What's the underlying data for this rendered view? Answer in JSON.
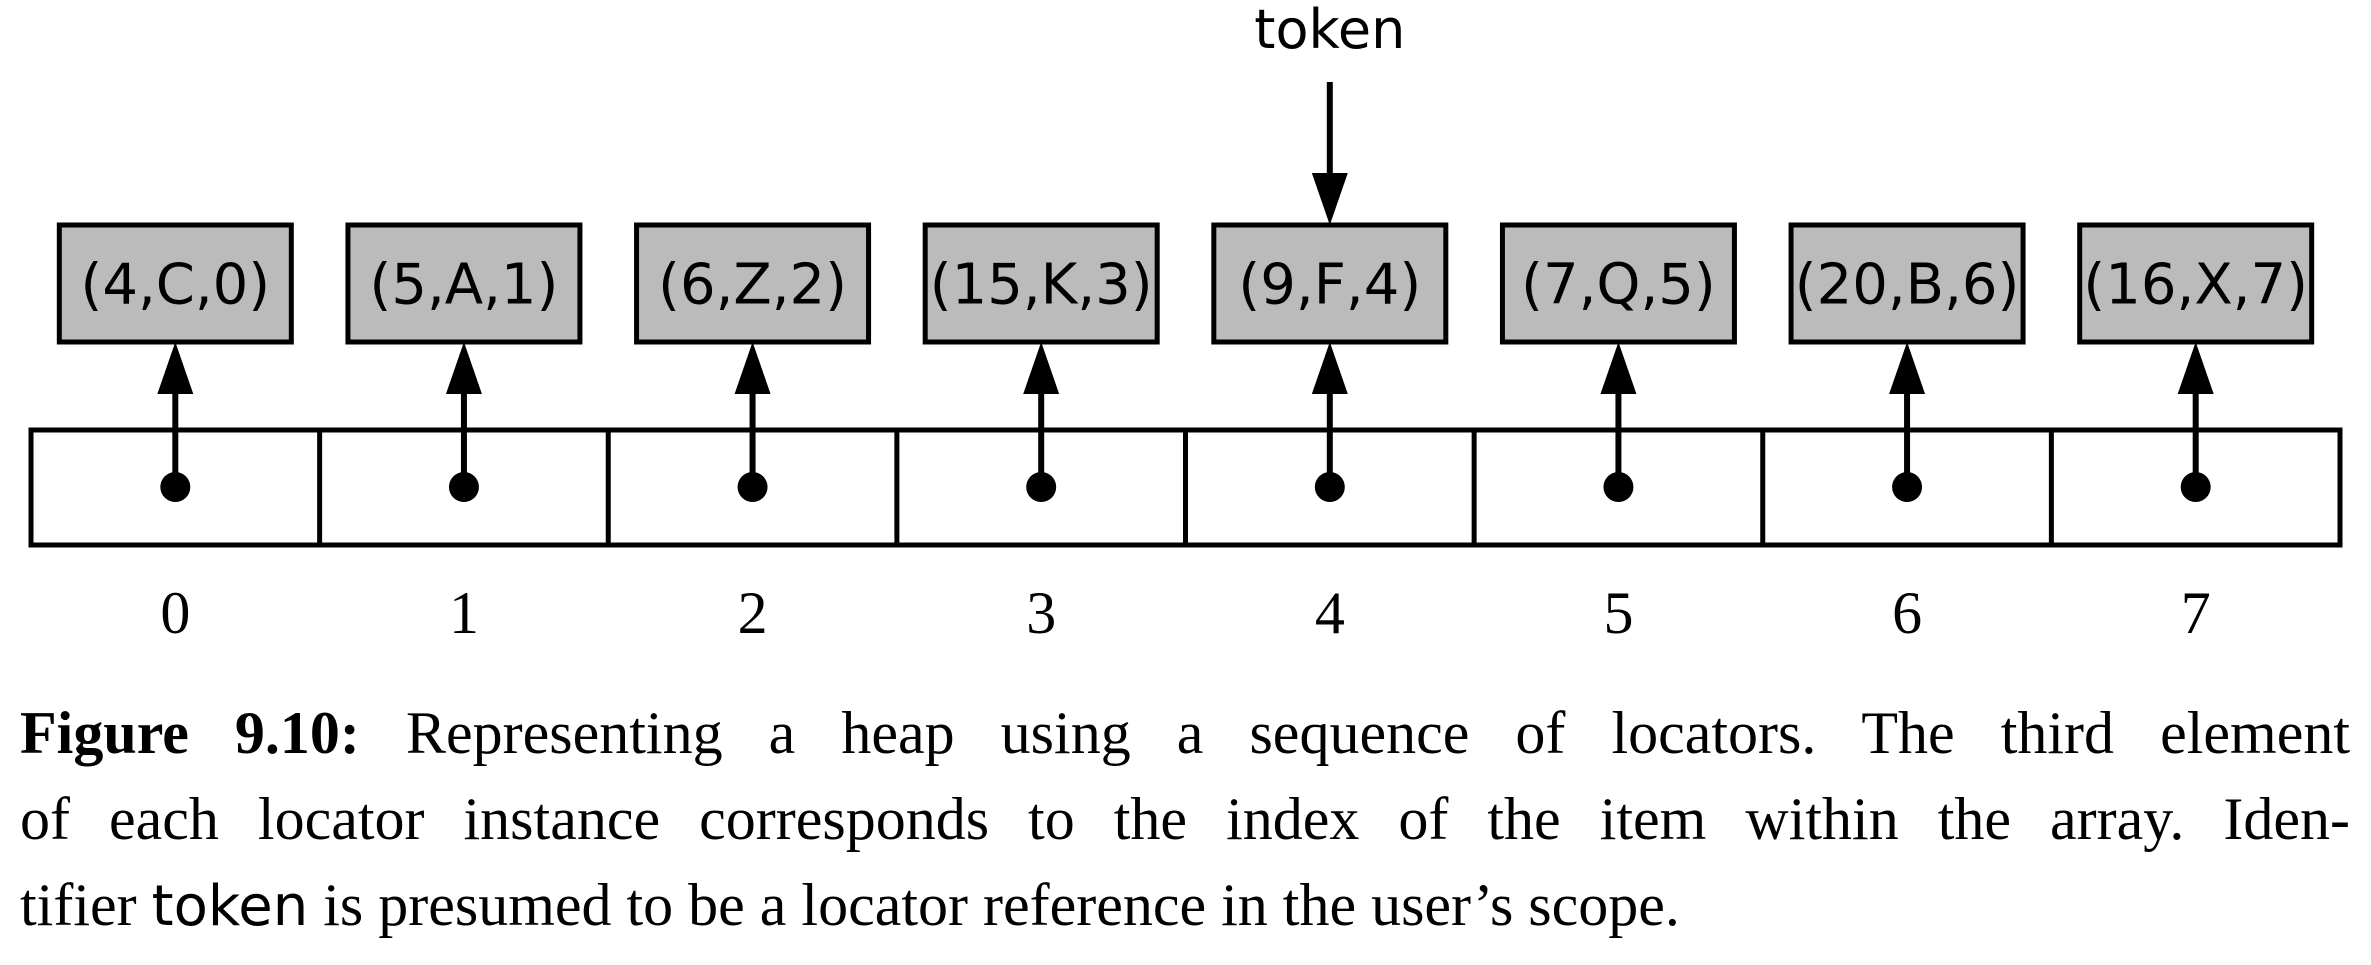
{
  "pointer_label": "token",
  "pointer_target_index": 4,
  "locators": [
    {
      "text": "(4,C,0)",
      "index_label": "0"
    },
    {
      "text": "(5,A,1)",
      "index_label": "1"
    },
    {
      "text": "(6,Z,2)",
      "index_label": "2"
    },
    {
      "text": "(15,K,3)",
      "index_label": "3"
    },
    {
      "text": "(9,F,4)",
      "index_label": "4"
    },
    {
      "text": "(7,Q,5)",
      "index_label": "5"
    },
    {
      "text": "(20,B,6)",
      "index_label": "6"
    },
    {
      "text": "(16,X,7)",
      "index_label": "7"
    }
  ],
  "colors": {
    "locator_fill": "#bbbbbb",
    "stroke": "#000000",
    "background": "#ffffff"
  },
  "caption": {
    "label": "Figure 9.10:",
    "line1": "Representing a heap using a sequence of locators. The third element",
    "line2": "of each locator instance corresponds to the index of the item within the array. Iden-",
    "line3_prefix": "tifier",
    "line3_code": "token",
    "line3_suffix": "is presumed to be a locator reference in the user’s scope."
  }
}
